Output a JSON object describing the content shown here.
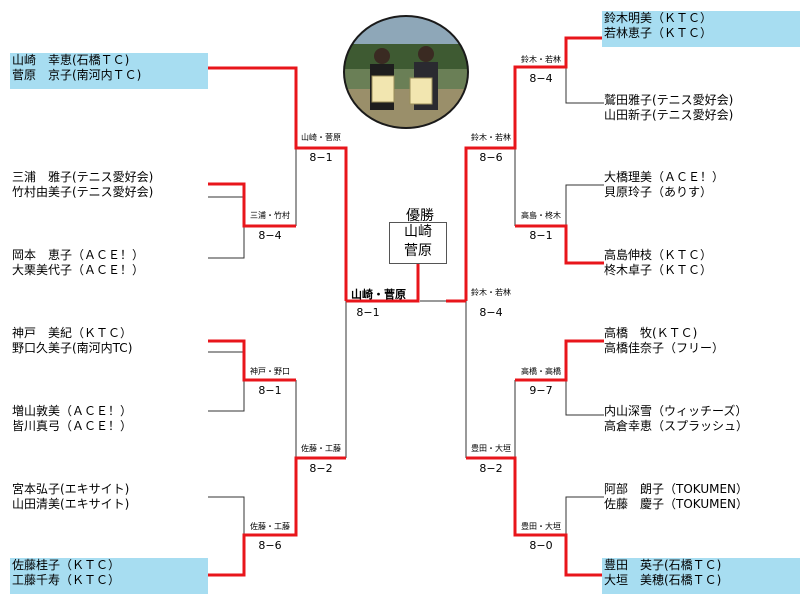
{
  "left": {
    "teams": [
      {
        "p1": "山崎　幸恵(石橋ＴＣ)",
        "p2": "菅原　京子(南河内ＴＣ)",
        "hl": true
      },
      {
        "p1": "三浦　雅子(テニス愛好会)",
        "p2": "竹村由美子(テニス愛好会)",
        "hl": false
      },
      {
        "p1": "岡本　恵子（ＡＣＥ！）",
        "p2": "大栗美代子（ＡＣＥ！）",
        "hl": false
      },
      {
        "p1": "神戸　美紀（ＫＴＣ）",
        "p2": "野口久美子(南河内TC)",
        "hl": false
      },
      {
        "p1": "増山敦美（ＡＣＥ！）",
        "p2": "皆川真弓（ＡＣＥ！）",
        "hl": false
      },
      {
        "p1": "宮本弘子(エキサイト)",
        "p2": "山田清美(エキサイト)",
        "hl": false
      },
      {
        "p1": "佐藤桂子（ＫＴＣ）",
        "p2": "工藤千寿（ＫＴＣ）",
        "hl": true
      }
    ],
    "matches": {
      "r1_a": {
        "label": "三浦・竹村",
        "score": "8−4"
      },
      "r1_b": {
        "label": "神戸・野口",
        "score": "8−1"
      },
      "r1_c": {
        "label": "佐藤・工藤",
        "score": "8−6"
      },
      "r2_a": {
        "label": "山崎・菅原",
        "score": "8−1"
      },
      "r2_b": {
        "label": "佐藤・工藤",
        "score": "8−2"
      },
      "semi": {
        "label": "山崎・菅原",
        "score": "8−1"
      }
    }
  },
  "right": {
    "teams": [
      {
        "p1": "鈴木明美（ＫＴＣ）",
        "p2": "若林恵子（ＫＴＣ）",
        "hl": true
      },
      {
        "p1": "鷲田雅子(テニス愛好会)",
        "p2": "山田新子(テニス愛好会)",
        "hl": false
      },
      {
        "p1": "大橋理美（ＡＣＥ！）",
        "p2": "貝原玲子（ありす）",
        "hl": false
      },
      {
        "p1": "高島伸枝（ＫＴＣ）",
        "p2": "柊木卓子（ＫＴＣ）",
        "hl": false
      },
      {
        "p1": "高橋　牧(ＫＴＣ)",
        "p2": "高橋佳奈子（フリー）",
        "hl": false
      },
      {
        "p1": "内山深雪（ウィッチーズ）",
        "p2": "高倉幸恵（スプラッシュ）",
        "hl": false
      },
      {
        "p1": "阿部　朗子（TOKUMEN）",
        "p2": "佐藤　慶子（TOKUMEN）",
        "hl": false
      },
      {
        "p1": "豊田　英子(石橋ＴＣ)",
        "p2": "大垣　美穂(石橋ＴＣ)",
        "hl": true
      }
    ],
    "matches": {
      "r1_a": {
        "label": "鈴木・若林",
        "score": "8−4"
      },
      "r1_b": {
        "label": "高島・柊木",
        "score": "8−1"
      },
      "r1_c": {
        "label": "高橋・高橋",
        "score": "9−7"
      },
      "r1_d": {
        "label": "豊田・大垣",
        "score": "8−0"
      },
      "r2_a": {
        "label": "鈴木・若林",
        "score": "8−6"
      },
      "r2_b": {
        "label": "豊田・大垣",
        "score": "8−2"
      },
      "semi": {
        "label": "鈴木・若林",
        "score": "8−4"
      }
    }
  },
  "champion": {
    "title": "優勝",
    "names": [
      "山崎",
      "菅原"
    ]
  },
  "colors": {
    "win": "#e8151b",
    "line": "#333333",
    "highlight": "#a7ddf1"
  }
}
